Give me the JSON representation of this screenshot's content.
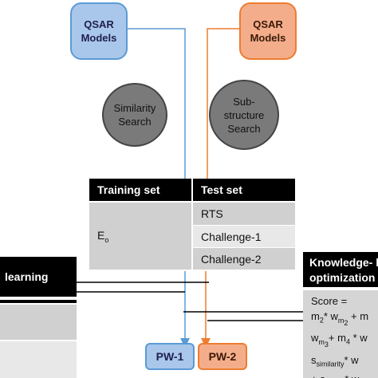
{
  "qsar_left": {
    "line1": "QSAR",
    "line2": "Models"
  },
  "qsar_right": {
    "line1": "QSAR",
    "line2": "Models"
  },
  "similarity_search": {
    "line1": "Similarity",
    "line2": "Search"
  },
  "substructure_search": {
    "line1": "Sub-",
    "line2": "structure",
    "line3": "Search"
  },
  "table": {
    "header_training": "Training set",
    "header_test": "Test set",
    "eo_label": "E",
    "eo_sub": "o",
    "rows": [
      "RTS",
      "Challenge-1",
      "Challenge-2"
    ]
  },
  "left_panel": {
    "title": "learning"
  },
  "right_panel": {
    "title_line1": "Knowledge- b",
    "title_line2": "optimization",
    "score_label": "Score ="
  },
  "pw1": "PW-1",
  "pw2": "PW-2",
  "colors": {
    "blue_accent": "#5b9bd5",
    "orange_accent": "#ed7d31",
    "blue_fill": "#a9c7ea",
    "orange_fill": "#f4ad8a",
    "black_header": "#000000"
  }
}
